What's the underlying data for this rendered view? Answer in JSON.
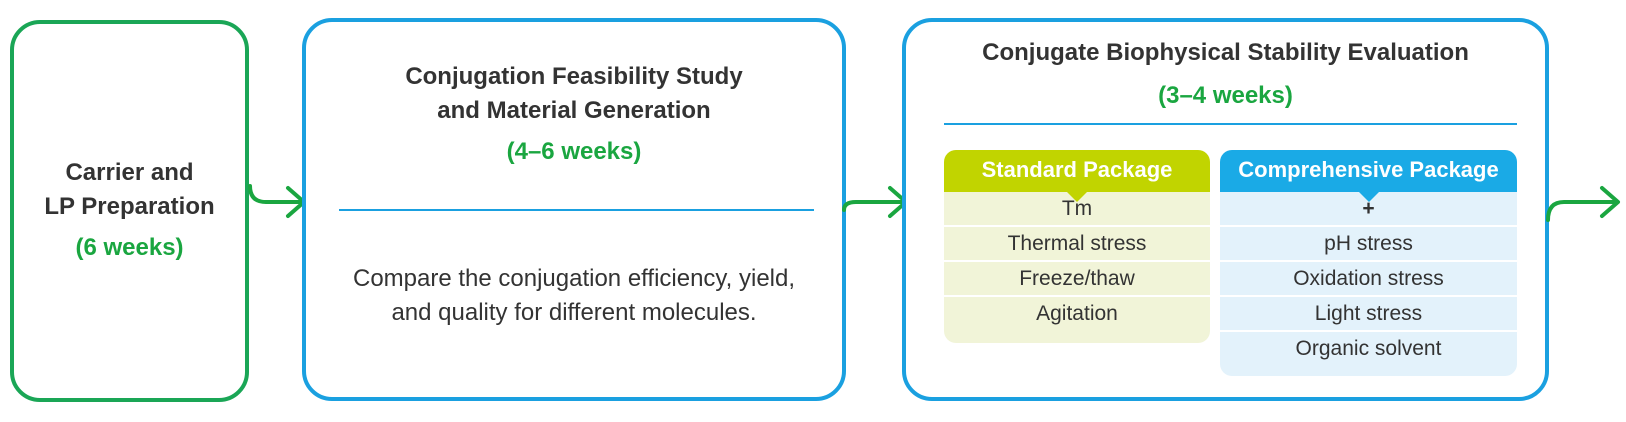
{
  "steps": [
    {
      "title_lines": [
        "Carrier and",
        "LP Preparation"
      ],
      "duration": "(6 weeks)"
    },
    {
      "title_lines": [
        "Conjugation Feasibility Study",
        "and Material Generation"
      ],
      "duration": "(4–6 weeks)",
      "description_lines": [
        "Compare the conjugation efficiency, yield,",
        "and quality for different molecules."
      ]
    },
    {
      "title": "Conjugate Biophysical Stability Evaluation",
      "duration": "(3–4 weeks)",
      "packages": [
        {
          "name": "Standard Package",
          "items": [
            "Tm",
            "Thermal stress",
            "Freeze/thaw",
            "Agitation"
          ]
        },
        {
          "name": "Comprehensive Package",
          "items": [
            "+",
            "pH stress",
            "Oxidation stress",
            "Light stress",
            "Organic solvent"
          ]
        }
      ]
    }
  ],
  "colors": {
    "green": "#1aa640",
    "blue": "#1aa0e0",
    "standard_header": "#c1d400",
    "standard_body": "#f1f4d8",
    "comprehensive_header": "#1aaae6",
    "comprehensive_body": "#e3f2fb",
    "text": "#333333"
  }
}
